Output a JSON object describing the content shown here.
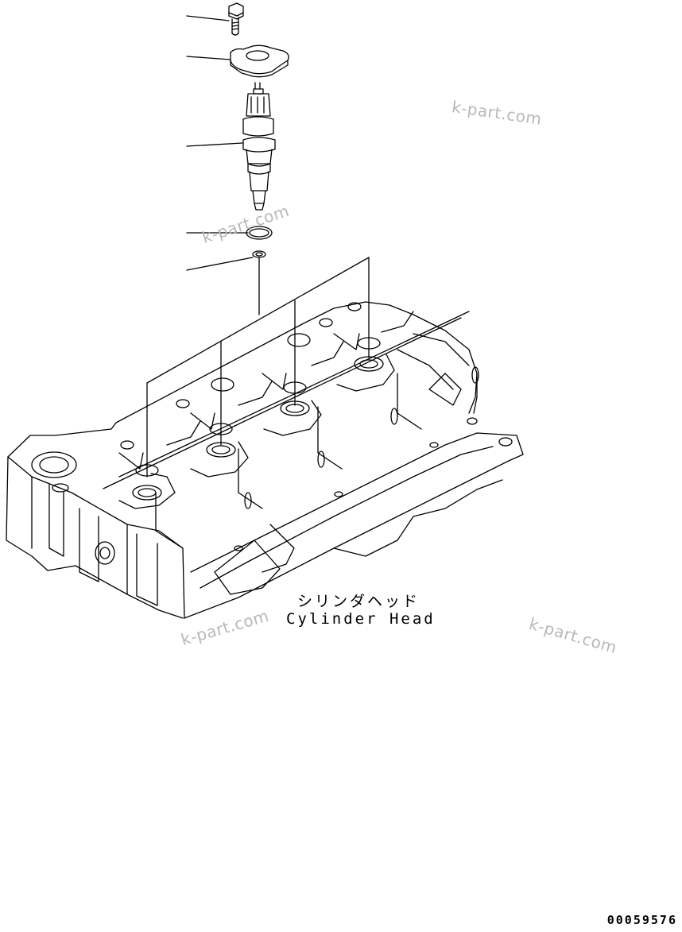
{
  "labels": {
    "japanese": "シリンダヘッド",
    "english": "Cylinder Head"
  },
  "watermark": "k-part.com",
  "part_number": "00059576",
  "parts": [
    {
      "name": "bolt"
    },
    {
      "name": "clamp"
    },
    {
      "name": "injector"
    },
    {
      "name": "o-ring"
    },
    {
      "name": "seal-washer"
    }
  ],
  "colors": {
    "line": "#000000",
    "watermark": "#b8b8b8",
    "background": "#ffffff"
  }
}
